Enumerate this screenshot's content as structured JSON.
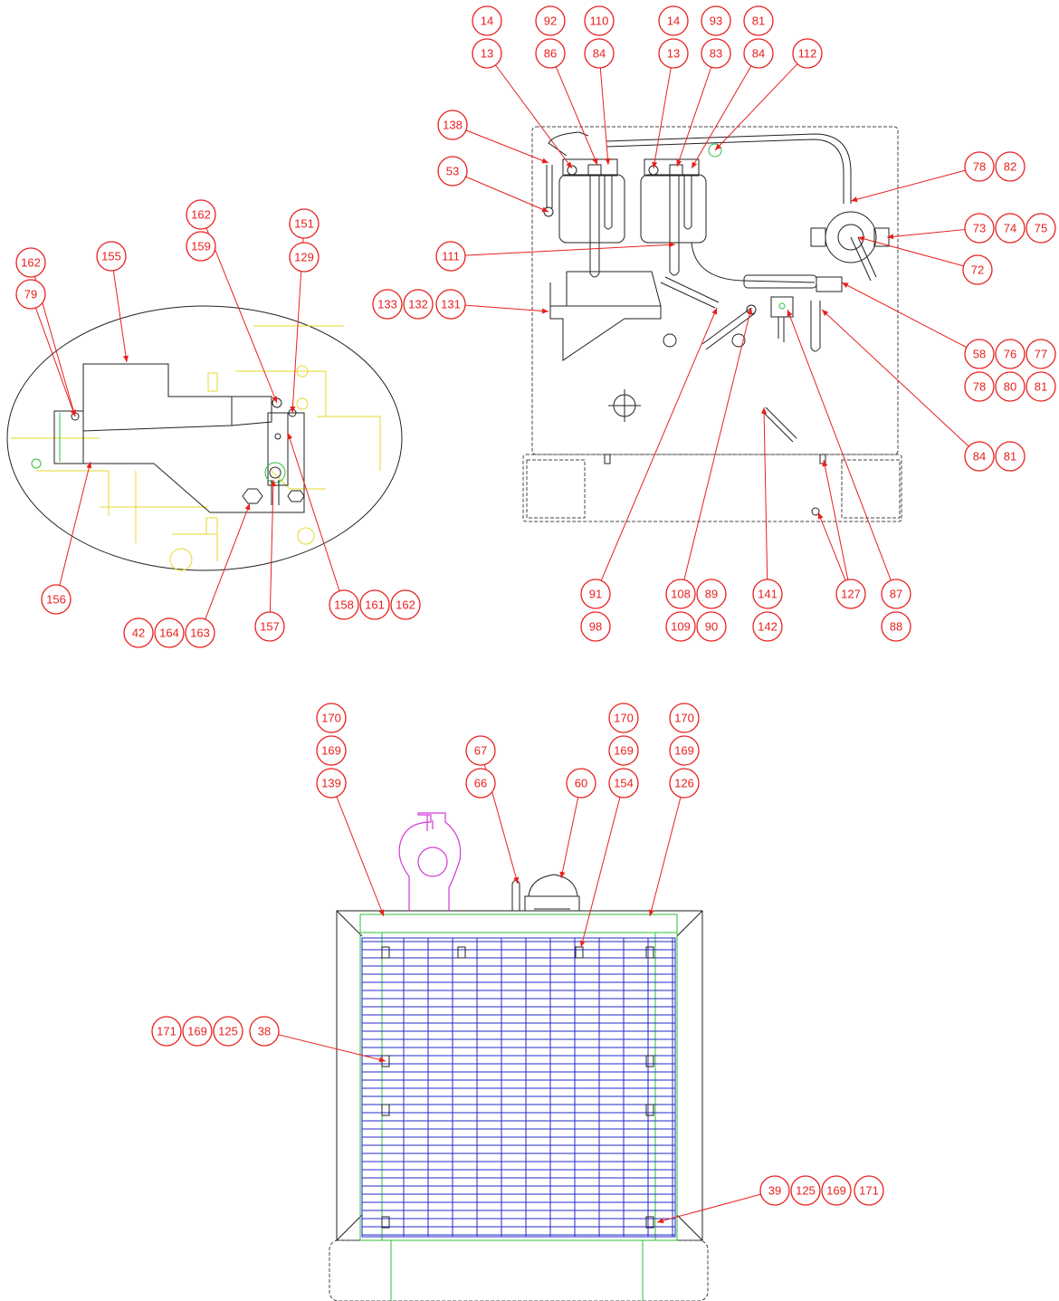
{
  "balloons": [
    "14",
    "92",
    "110",
    "14",
    "93",
    "81",
    "13",
    "86",
    "84",
    "13",
    "83",
    "84",
    "112",
    "138",
    "53",
    "78",
    "82",
    "73",
    "74",
    "75",
    "72",
    "111",
    "133",
    "132",
    "131",
    "58",
    "76",
    "77",
    "78",
    "80",
    "81",
    "84",
    "81",
    "127",
    "87",
    "88",
    "91",
    "98",
    "108",
    "89",
    "109",
    "90",
    "141",
    "142",
    "162",
    "151",
    "162",
    "155",
    "159",
    "129",
    "79",
    "156",
    "42",
    "164",
    "163",
    "157",
    "158",
    "161",
    "162",
    "170",
    "170",
    "170",
    "169",
    "169",
    "169",
    "139",
    "67",
    "66",
    "60",
    "154",
    "126",
    "171",
    "169",
    "125",
    "38",
    "39",
    "125",
    "169",
    "171"
  ],
  "colors": {
    "balloon": "#e8201e",
    "outline": "#222222",
    "yellow": "#e7d82a",
    "green": "#2fbf3a",
    "blue": "#2229c9",
    "magenta": "#d43ad4"
  }
}
